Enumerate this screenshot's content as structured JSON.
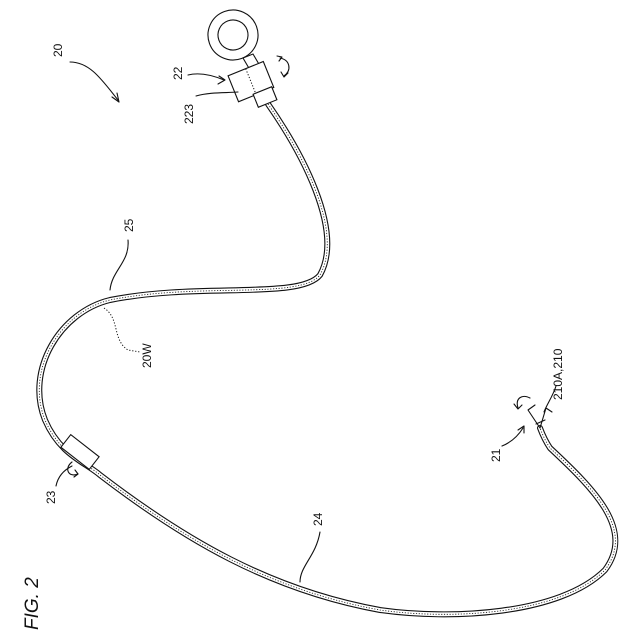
{
  "figure": {
    "title": "FIG. 2",
    "labels": {
      "device": "20",
      "handle": "22",
      "slider": "223",
      "sheath_upper": "25",
      "wall": "20W",
      "coupler": "23",
      "sheath_lower": "24",
      "tip": "21",
      "tip_element": "210A,210"
    },
    "colors": {
      "ink": "#111111",
      "paper": "#ffffff"
    }
  }
}
